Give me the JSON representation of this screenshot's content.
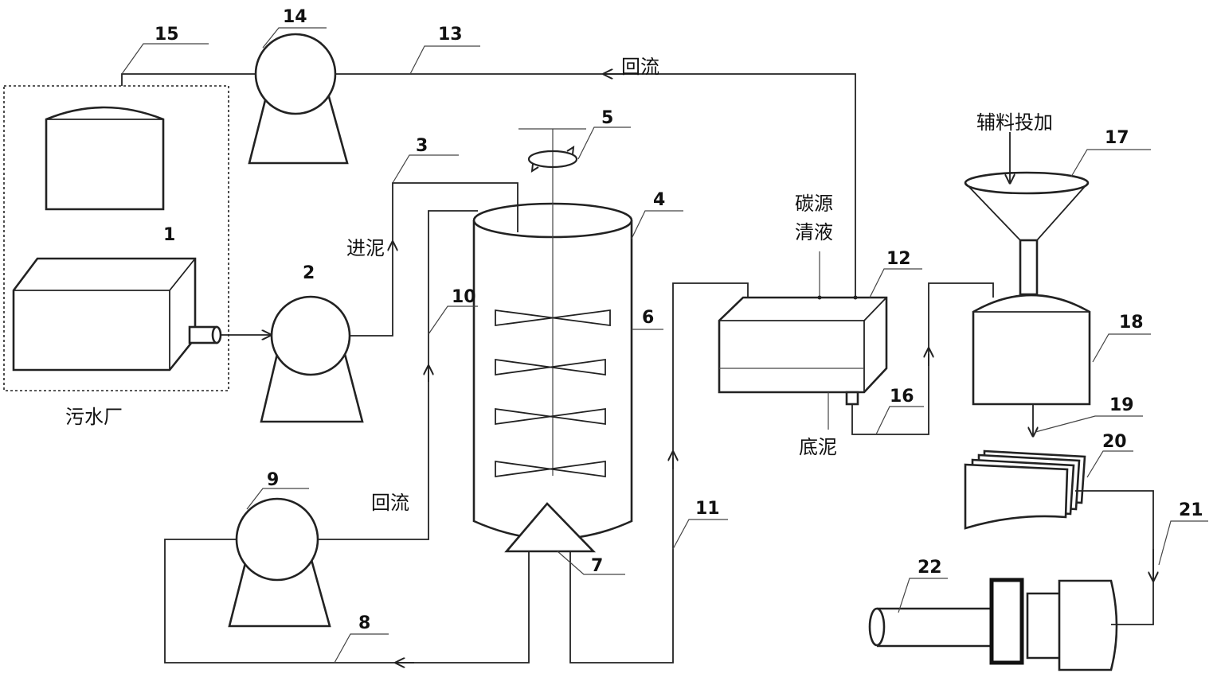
{
  "labels": {
    "sewage_plant": "污水厂",
    "feed_sludge": "进泥",
    "reflux_top": "回流",
    "reflux_left": "回流",
    "carbon_source_clear_liquid_line1": "碳源",
    "carbon_source_clear_liquid_line2": "清液",
    "bottom_sludge": "底泥",
    "auxiliary_feed": "辅料投加"
  },
  "numbers": {
    "n1": "1",
    "n2": "2",
    "n3": "3",
    "n4": "4",
    "n5": "5",
    "n6": "6",
    "n7": "7",
    "n8": "8",
    "n9": "9",
    "n10": "10",
    "n11": "11",
    "n12": "12",
    "n13": "13",
    "n14": "14",
    "n15": "15",
    "n16": "16",
    "n17": "17",
    "n18": "18",
    "n19": "19",
    "n20": "20",
    "n21": "21",
    "n22": "22"
  }
}
